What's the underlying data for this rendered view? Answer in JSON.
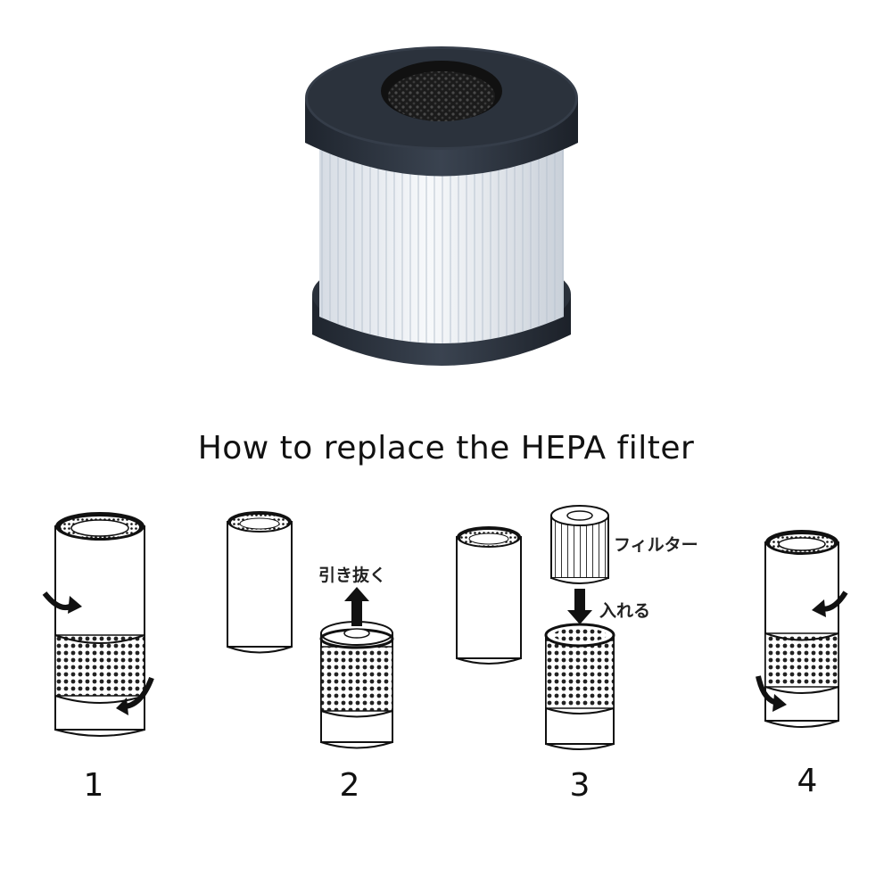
{
  "title": "How to replace the HEPA filter",
  "steps": [
    {
      "number": "1"
    },
    {
      "number": "2",
      "label_pull": "引き抜く"
    },
    {
      "number": "3",
      "label_filter": "フィルター",
      "label_insert": "入れる"
    },
    {
      "number": "4"
    }
  ],
  "colors": {
    "cap": "#2c3440",
    "pleat": "#e9eef4",
    "line": "#1a1a1a"
  },
  "icons": [
    "twist-arrow-icon",
    "up-arrow-icon",
    "down-arrow-icon"
  ]
}
